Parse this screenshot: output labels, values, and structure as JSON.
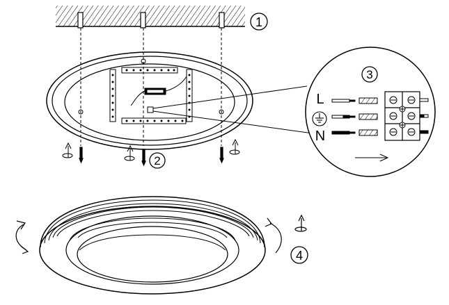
{
  "steps": [
    "1",
    "2",
    "3",
    "4"
  ],
  "wiring": {
    "live_label": "L",
    "neutral_label": "N",
    "earth_symbol": "earth-ground-icon"
  },
  "icons": [
    "rotate-clockwise-icon",
    "screw-icon",
    "hatched-ceiling",
    "terminal-block-icon",
    "arrow-right-icon"
  ],
  "colors": {
    "line": "#000000",
    "background": "#ffffff"
  }
}
